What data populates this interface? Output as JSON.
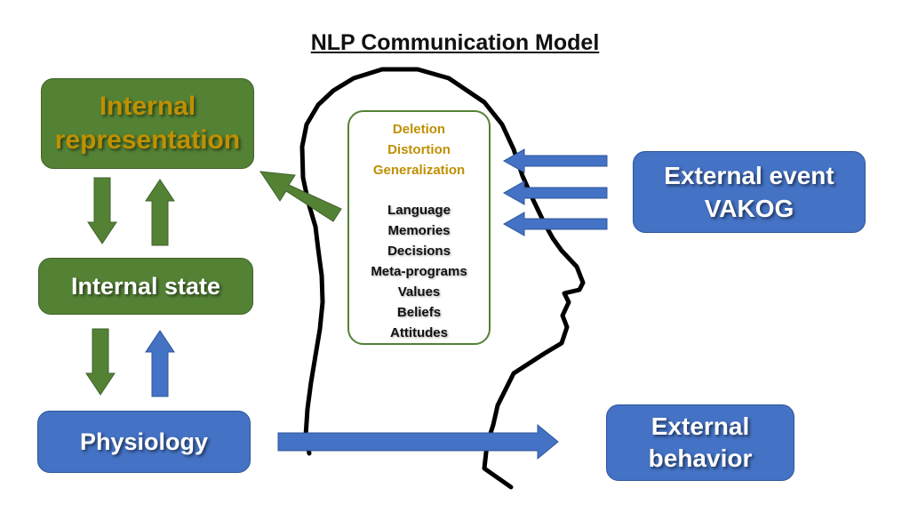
{
  "title": "NLP Communication Model",
  "boxes": {
    "internal_representation": [
      "Internal",
      "representation"
    ],
    "internal_state": "Internal state",
    "physiology": "Physiology",
    "external_event": [
      "External event",
      "VAKOG"
    ],
    "external_behavior": [
      "External",
      "behavior"
    ]
  },
  "filters": {
    "processes": [
      "Deletion",
      "Distortion",
      "Generalization"
    ],
    "items": [
      "Language",
      "Memories",
      "Decisions",
      "Meta-programs",
      "Values",
      "Beliefs",
      "Attitudes"
    ]
  },
  "colors": {
    "green": "#548235",
    "blue": "#4472c4",
    "gold": "#bf9000",
    "outline": "#000000"
  }
}
